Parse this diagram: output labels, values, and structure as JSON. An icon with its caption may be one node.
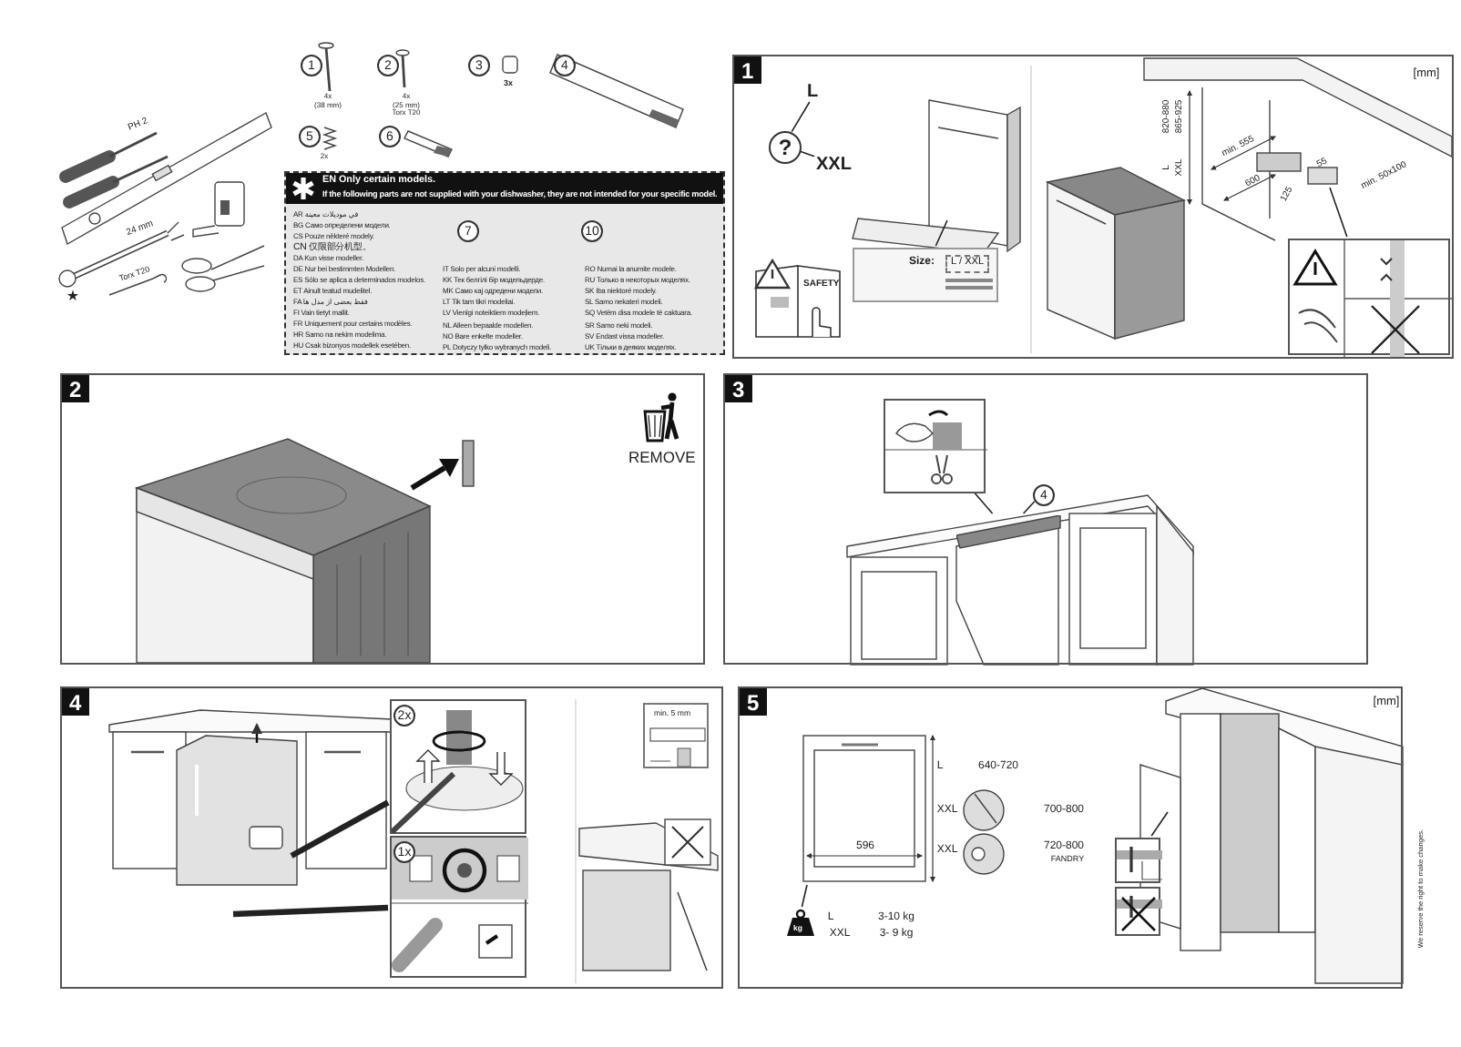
{
  "diagram": {
    "nodes": [
      {
        "text": [
          "EN Only certain models.",
          "If the following parts are not supplied with your dishwasher, they are not intended for your specific model.",
          "AR في موديلات معينة",
          "BG Само определени модели.",
          "CS Pouze některé modely.",
          "CN 仅限部分机型。",
          "DA Kun visse modeller.",
          "DE Nur bei bestimmten Modellen.",
          "ES Sólo se aplica a determinados modelos.",
          "ET Ainult teatud mudelitel.",
          "FA فقط بعضی از مدل ها",
          "FI Vain tietyt mallit.",
          "FR Uniquement pour certains modèles.",
          "HR Samo na nekim modelima.",
          "HU Csak bizonyos modellek esetében.",
          "IT Solo per alcuni modelli.",
          "KK Тек белгілі бір модельдерде.",
          "MK Само кај одредени модели.",
          "LT Tik tam tikri modeliai.",
          "LV Vienīgi noteiktiem modeļiem.",
          "NL Alleen bepaalde modellen.",
          "NO Bare enkelte modeller.",
          "PL Dotyczy tylko wybranych modeli.",
          "RO Numai la anumite modele.",
          "RU Только в некоторых моделях.",
          "SK Iba niektoré modely.",
          "SL Samo nekateri modeli.",
          "SQ Vetëm disa modele të caktuara.",
          "SR Samo neki modeli.",
          "SV Endast vissa modeller.",
          "UK Тільки в деяких моделях."
        ]
      },
      {
        "text": [
          "1"
        ]
      },
      {
        "text": [
          "?"
        ],
        "in": 1
      },
      {
        "text": [
          "L"
        ],
        "in": 1
      },
      {
        "text": [
          "XXL"
        ],
        "in": 1
      },
      {
        "text": [
          "Size:",
          "L / XXL"
        ],
        "in": 1
      },
      {
        "text": [
          "SAFETY"
        ],
        "in": 1
      },
      {
        "text": [],
        "shape": "picture",
        "in": 1
      },
      {
        "text": [
          "2"
        ]
      },
      {
        "text": [
          "REMOVE"
        ],
        "in": 8
      },
      {
        "text": [
          "3"
        ]
      },
      {
        "text": [],
        "shape": "picture",
        "in": 10
      },
      {
        "text": [
          "4"
        ],
        "in": 10
      },
      {
        "text": [
          "4"
        ]
      },
      {
        "text": [
          "2x"
        ],
        "in": 13
      },
      {
        "text": [
          "1x"
        ],
        "in": 13
      },
      {
        "text": [
          "min. 5 mm"
        ],
        "in": 13
      },
      {
        "text": [
          "5"
        ]
      },
      {
        "text": [
          "kg"
        ],
        "in": 17
      },
      {
        "text": [],
        "shape": "picture",
        "in": 17
      },
      {
        "text": [],
        "shape": "picture",
        "in": 17
      },
      {
        "text": [],
        "shape": "bar",
        "in": 10
      },
      {
        "text": [
          "1"
        ]
      },
      {
        "text": [
          "2"
        ]
      },
      {
        "text": [
          "3"
        ]
      },
      {
        "text": [
          "4"
        ]
      },
      {
        "text": [
          "5"
        ]
      },
      {
        "text": [
          "6"
        ]
      },
      {
        "text": [
          "7"
        ],
        "in": 0
      },
      {
        "text": [
          "10"
        ],
        "in": 0
      }
    ],
    "edges": [
      {
        "from": 2,
        "to": 3,
        "arrow": "none"
      },
      {
        "from": 2,
        "to": 4,
        "arrow": "none"
      },
      {
        "from": 5,
        "to": null,
        "arrow": "none"
      },
      {
        "from": null,
        "to": 7,
        "arrow": "none"
      },
      {
        "from": 11,
        "to": 21,
        "arrow": "none"
      },
      {
        "from": 12,
        "to": 21,
        "arrow": "none"
      },
      {
        "from": null,
        "to": 14,
        "arrow": "none",
        "style": "thick"
      },
      {
        "from": null,
        "to": 15,
        "arrow": "none",
        "style": "thick"
      },
      {
        "from": 18,
        "to": null,
        "arrow": "none"
      },
      {
        "from": 19,
        "to": null,
        "arrow": "none"
      }
    ],
    "labels": [
      "4x",
      "(38 mm)",
      "4x",
      "(25 mm)",
      "Torx T20",
      "3x",
      "2x",
      "PH 2",
      "24 mm",
      "Torx T20",
      "★",
      "[mm]",
      "820-880",
      "865-925",
      "L",
      "XXL",
      "min. 555",
      "600",
      "55",
      "min. 50x100",
      "125",
      "[mm]",
      "L",
      "640-720",
      "XXL",
      "700-800",
      "XXL",
      "720-800",
      "FANDRY",
      "596",
      "L",
      "3-10 kg",
      "XXL",
      "3- 9 kg",
      "We reserve the right to make changes."
    ]
  }
}
